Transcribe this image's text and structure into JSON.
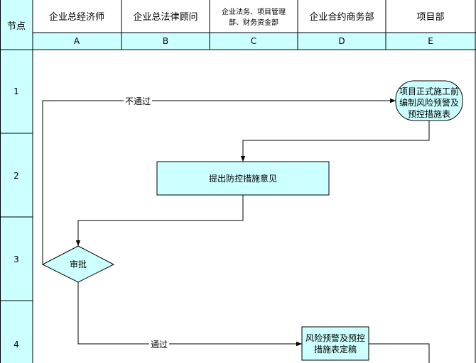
{
  "header": {
    "node_label": "节点",
    "lanes": [
      {
        "name": "企业总经济师",
        "code": "A"
      },
      {
        "name": "企业总法律顾问",
        "code": "B"
      },
      {
        "name_line1": "企业法务、项目管理",
        "name_line2": "部、财务资金部",
        "code": "C"
      },
      {
        "name": "企业合约商务部",
        "code": "D"
      },
      {
        "name": "项目部",
        "code": "E"
      }
    ]
  },
  "rows": [
    "1",
    "2",
    "3",
    "4"
  ],
  "nodes": {
    "start": {
      "line1": "项目正式施工前",
      "line2": "编制风险预警及",
      "line3": "预控措施表"
    },
    "propose": {
      "label": "提出防控措施意见"
    },
    "approve": {
      "label": "审批"
    },
    "finalize": {
      "line1": "风险预警及预控",
      "line2": "措施表定稿"
    }
  },
  "edges": {
    "fail": "不通过",
    "pass": "通过"
  },
  "colors": {
    "fill": "#ccffff",
    "header_fill": "#ccffff",
    "line": "#000000"
  }
}
